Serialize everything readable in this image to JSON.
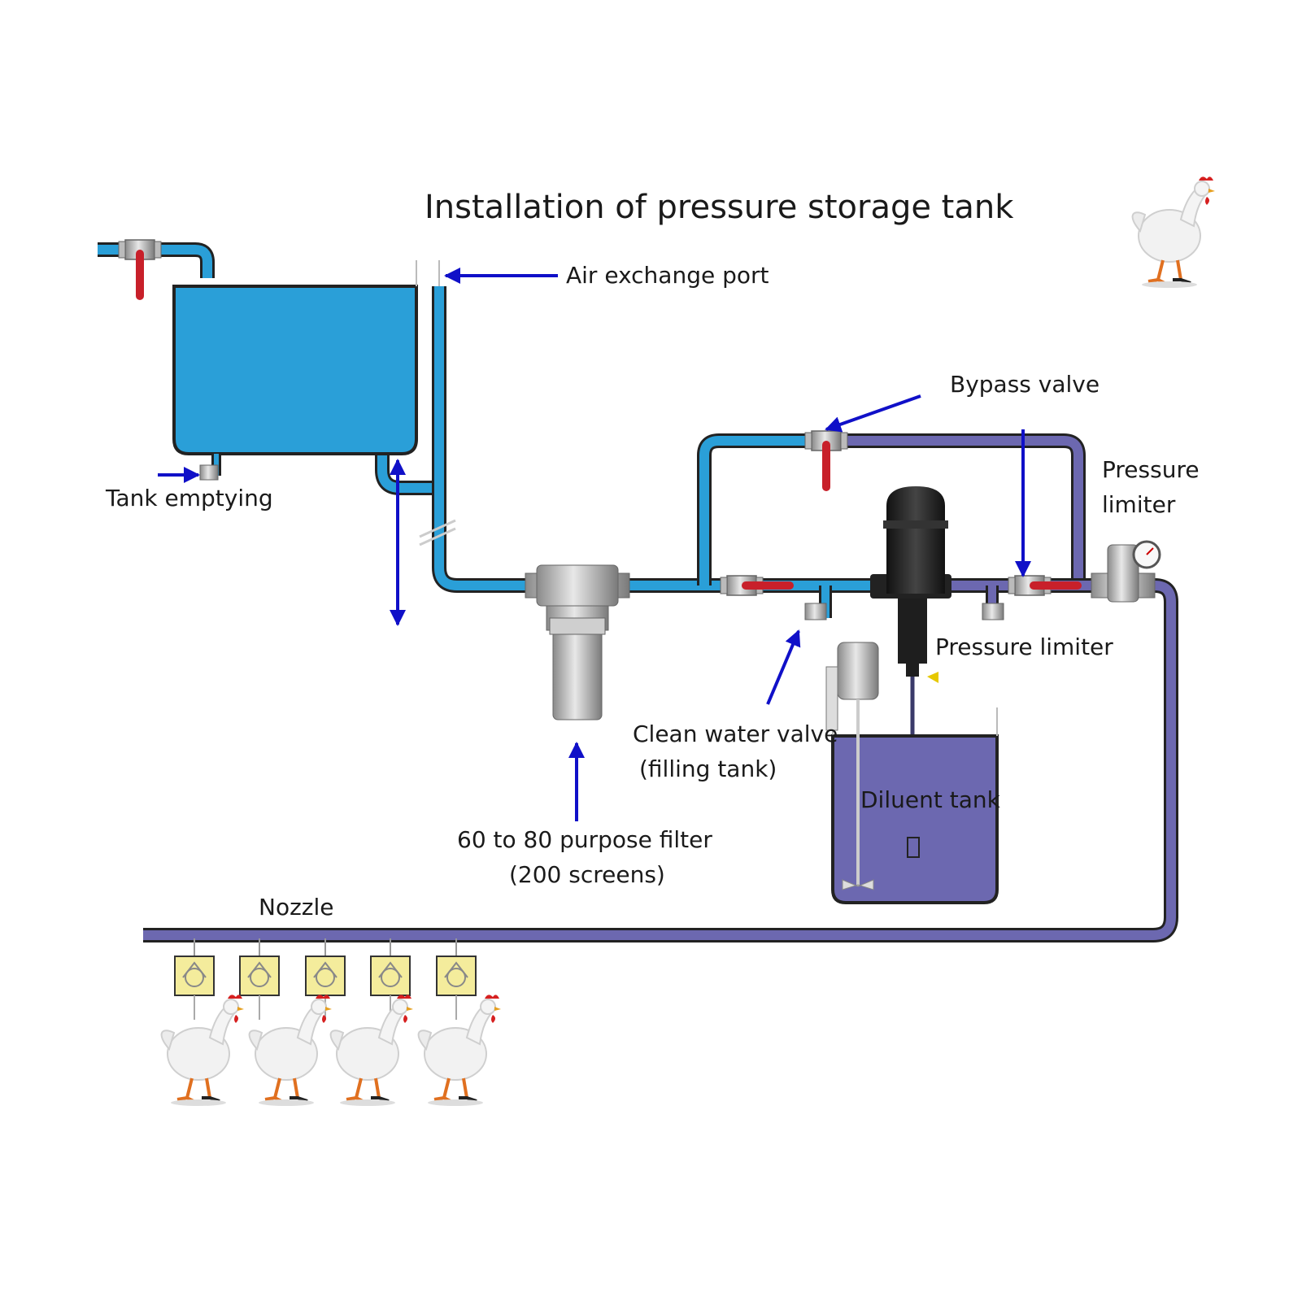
{
  "title": "Installation of pressure storage tank",
  "labels": {
    "air_exchange_port": "Air exchange port",
    "bypass_valve": "Bypass valve",
    "pressure_limiter_top_line1": "Pressure",
    "pressure_limiter_top_line2": "limiter",
    "tank_emptying": "Tank emptying",
    "pressure_limiter": "Pressure limiter",
    "clean_water_valve_line1": "Clean water valve",
    "clean_water_valve_line2": "(filling tank)",
    "diluent_tank": "Diluent tank",
    "filter_line1": "60 to 80 purpose filter",
    "filter_line2": "(200 screens)",
    "nozzle": "Nozzle"
  },
  "colors": {
    "clean_water": "#2a9fd8",
    "diluted_water": "#6c68b0",
    "arrow": "#1010c8",
    "valve_handle": "#c8202a",
    "nozzle_box": "#f4ec9c"
  },
  "nozzle_count": 5,
  "chicken_count": 5
}
